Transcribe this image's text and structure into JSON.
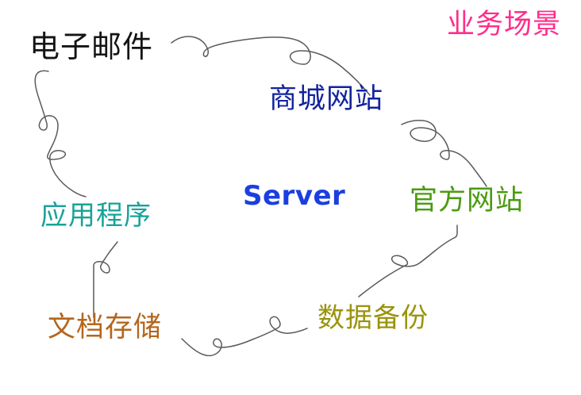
{
  "diagram": {
    "title": "业务场景",
    "center_node": "Server",
    "style": "hand-drawn-sketch-circle",
    "background_color": "#ffffff",
    "stroke_color": "#5a5a5a",
    "nodes": [
      {
        "id": "email",
        "label": "电子邮件",
        "color": "#141414",
        "position": "top-left"
      },
      {
        "id": "mall",
        "label": "商城网站",
        "color": "#12239e",
        "position": "top-center"
      },
      {
        "id": "official",
        "label": "官方网站",
        "color": "#4a9b0e",
        "position": "right"
      },
      {
        "id": "backup",
        "label": "数据备份",
        "color": "#9a930c",
        "position": "bottom-right"
      },
      {
        "id": "docs",
        "label": "文档存储",
        "color": "#b5651d",
        "position": "bottom-left"
      },
      {
        "id": "app",
        "label": "应用程序",
        "color": "#17a398",
        "position": "left"
      }
    ],
    "center": {
      "id": "server",
      "label": "Server",
      "color": "#1a3fe0"
    },
    "title_color": "#ff2d8a"
  }
}
